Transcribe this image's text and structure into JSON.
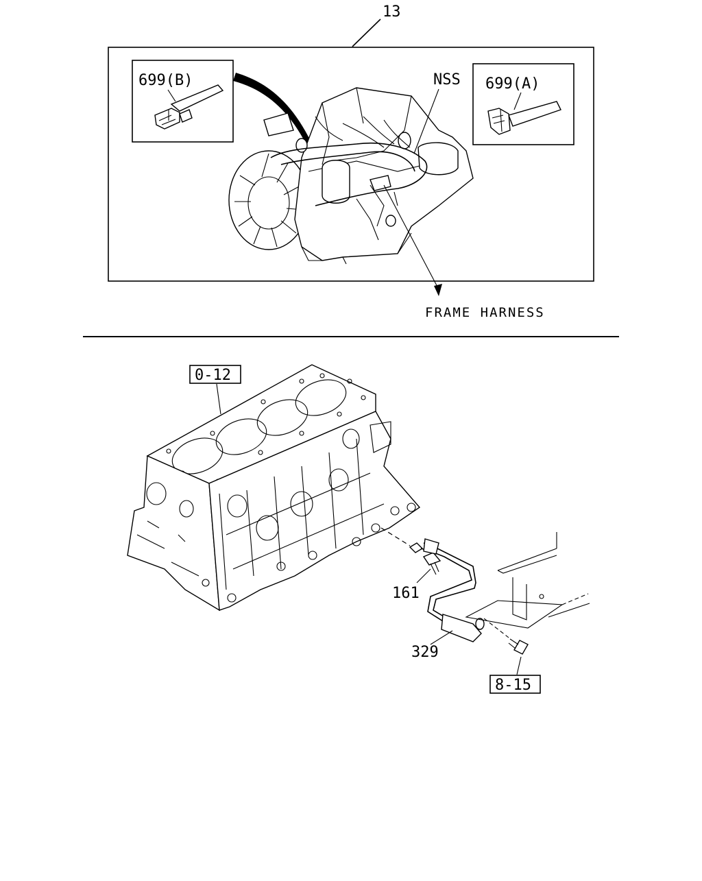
{
  "diagram": {
    "top_section": {
      "assembly_label": "13",
      "inset_left_label": "699(B)",
      "inset_right_label": "699(A)",
      "nss_label": "NSS",
      "frame_harness_label": "FRAME HARNESS"
    },
    "bottom_section": {
      "block_ref_label": "0-12",
      "bolt_label": "161",
      "sensor_label": "329",
      "bracket_ref_label": "8-15"
    }
  }
}
